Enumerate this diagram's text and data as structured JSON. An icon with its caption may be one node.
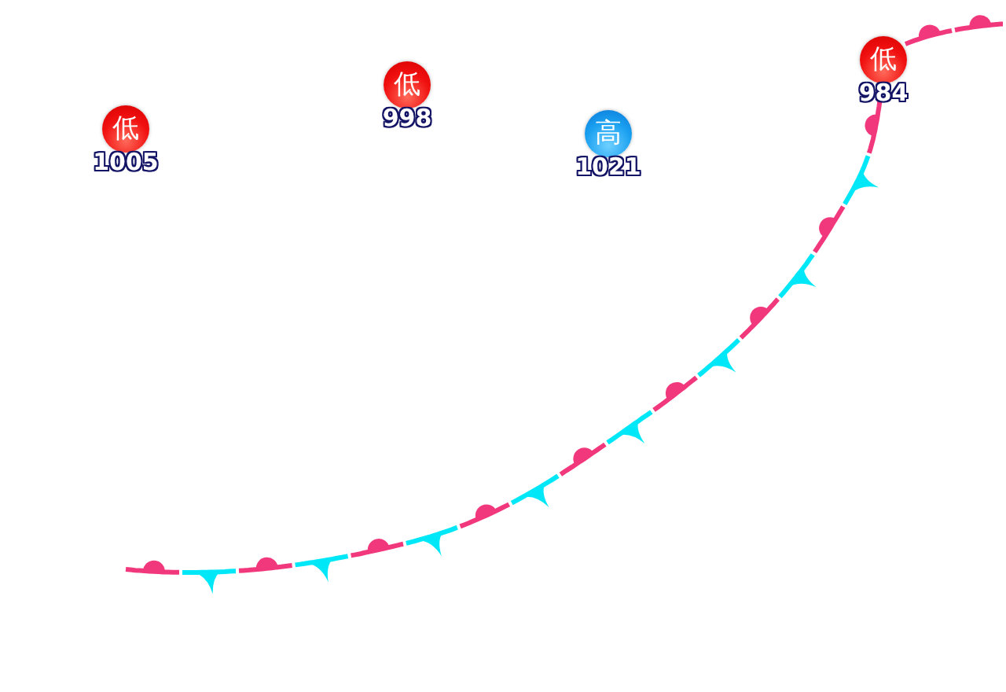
{
  "diagram": {
    "nodes": [
      {
        "text": [
          "低"
        ],
        "beside": [
          "1005"
        ]
      },
      {
        "text": [
          "低"
        ],
        "beside": [
          "998"
        ]
      },
      {
        "text": [
          "高"
        ],
        "beside": [
          "1021"
        ]
      },
      {
        "text": [
          "低"
        ],
        "beside": [
          "984"
        ]
      }
    ]
  }
}
